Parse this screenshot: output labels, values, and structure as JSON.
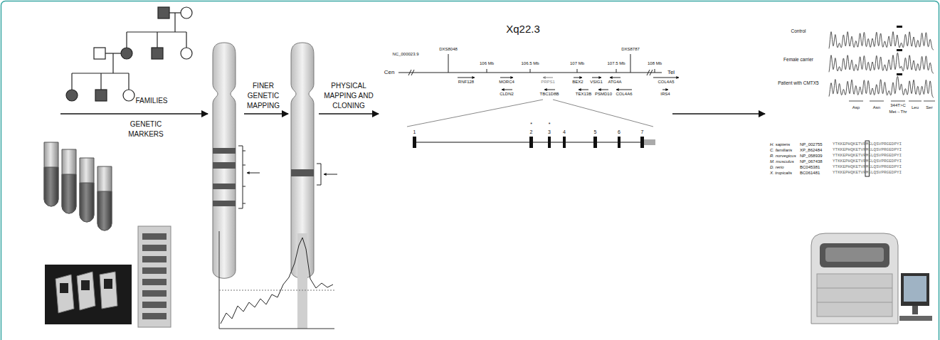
{
  "diagram": {
    "labels": [
      "FAMILIES",
      "GENETIC MARKERS",
      "FINER GENETIC MAPPING",
      "PHYSICAL MAPPING AND CLONING",
      "Xq22.3",
      "NC_000023.9",
      "DXS8048",
      "DXS8787",
      "Cen",
      "Tel",
      "106 Mb",
      "106.5 Mb",
      "107 Mb",
      "107.5 Mb",
      "108 Mb",
      "RNF128",
      "MORC4",
      "PRPS1",
      "BEX2",
      "VSIG1",
      "ATG4A",
      "COL4A5",
      "CLDN2",
      "TBC1D8B",
      "TEX13B",
      "PSMD10",
      "COL4A6",
      "IRS4",
      "1",
      "2",
      "3",
      "4",
      "5",
      "6",
      "7",
      "*",
      "*",
      "Control",
      "Female carrier",
      "Patient with CMTX5",
      "Asp",
      "Asn",
      "344T>C",
      "Leu",
      "Met→Thr",
      "Ser",
      "H. sapiens",
      "NP_002755",
      "YTKKEPHQKETVRMELQSVPRGEDPYI",
      "C. familiaris",
      "XP_862484",
      "YTKKEPHQKETVRMELQSVPRGEDPYI",
      "R. norvegicus",
      "NP_058939",
      "YTKKEPHQKETVRMELQSVPRGEDPYI",
      "M. musculus",
      "NP_067438",
      "YTKKEPHQKETVRMELQSVPRGEDPYI",
      "D. rerio",
      "BC045381",
      "YTKKEPHQKETVRMELQSVPRGEDPYI",
      "X. tropicalis",
      "BC061481",
      "YTKKEPHQKETVRMELQSVPRGEDPYI"
    ]
  }
}
